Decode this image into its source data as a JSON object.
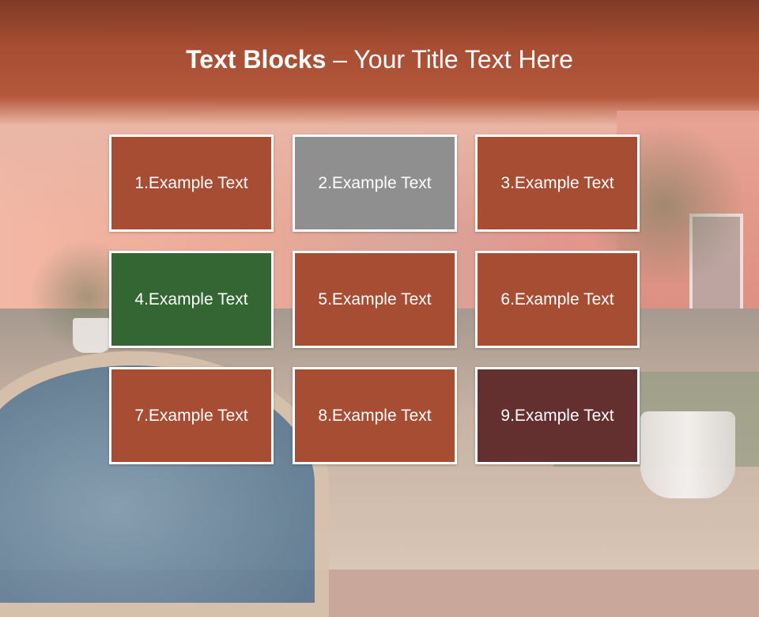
{
  "title": {
    "bold": "Text Blocks",
    "separator": " – ",
    "rest": "Your Title Text Here"
  },
  "blocks": [
    {
      "label": "1.Example Text",
      "color": "#a64d33"
    },
    {
      "label": "2.Example Text",
      "color": "#8f8f8f"
    },
    {
      "label": "3.Example Text",
      "color": "#a64d33"
    },
    {
      "label": "4.Example Text",
      "color": "#336633"
    },
    {
      "label": "5.Example Text",
      "color": "#a64d33"
    },
    {
      "label": "6.Example Text",
      "color": "#a64d33"
    },
    {
      "label": "7.Example Text",
      "color": "#a64d33"
    },
    {
      "label": "8.Example Text",
      "color": "#a64d33"
    },
    {
      "label": "9.Example Text",
      "color": "#632f2f"
    }
  ]
}
